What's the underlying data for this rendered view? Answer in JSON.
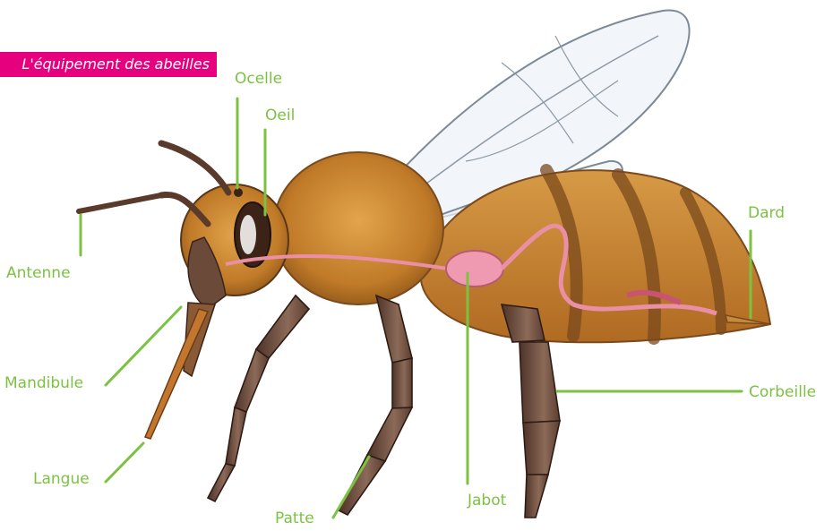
{
  "title": "L'équipement des abeilles",
  "labels": {
    "ocelle": "Ocelle",
    "oeil": "Oeil",
    "antenne": "Antenne",
    "mandibule": "Mandibule",
    "langue": "Langue",
    "patte": "Patte",
    "jabot": "Jabot",
    "corbeille": "Corbeille",
    "dard": "Dard"
  },
  "colors": {
    "banner": "#e6007e",
    "label": "#7cc242",
    "leader_line": "#7cc242",
    "body_fur": "#c9822a",
    "abdomen_stripe": "#7a4a1c",
    "legs": "#6b4a3a",
    "digestive_tract": "#e98fa6",
    "wing": "#dfe7ef"
  }
}
